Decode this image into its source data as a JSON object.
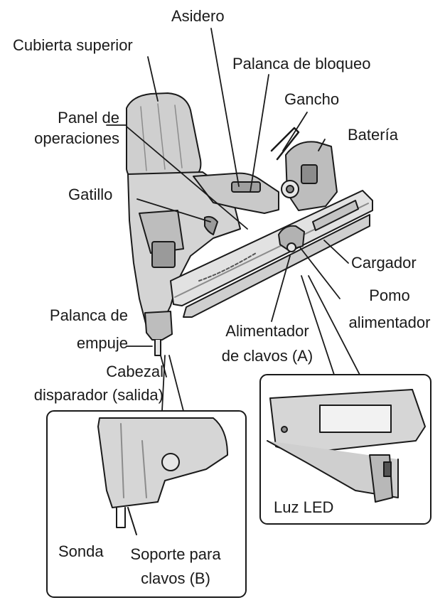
{
  "labels": {
    "asidero": "Asidero",
    "cubierta_superior": "Cubierta superior",
    "palanca_bloqueo": "Palanca de bloqueo",
    "gancho": "Gancho",
    "panel_1": "Panel de",
    "panel_2": "operaciones",
    "bateria": "Batería",
    "gatillo": "Gatillo",
    "cargador": "Cargador",
    "pomo_1": "Pomo",
    "pomo_2": "alimentador",
    "palanca_empuje_1": "Palanca de",
    "palanca_empuje_2": "empuje",
    "alimentador_a_1": "Alimentador",
    "alimentador_a_2": "de clavos (A)",
    "cabezal_1": "Cabezal",
    "cabezal_2": "disparador (salida)",
    "luz_led": "Luz LED",
    "sonda": "Sonda",
    "soporte_1": "Soporte para",
    "soporte_2": "clavos (B)"
  },
  "colors": {
    "ink": "#1a1a1a",
    "body_fill": "#cfcfcf",
    "body_dark": "#8c8c8c",
    "inset_fill": "#d6d6d6"
  }
}
